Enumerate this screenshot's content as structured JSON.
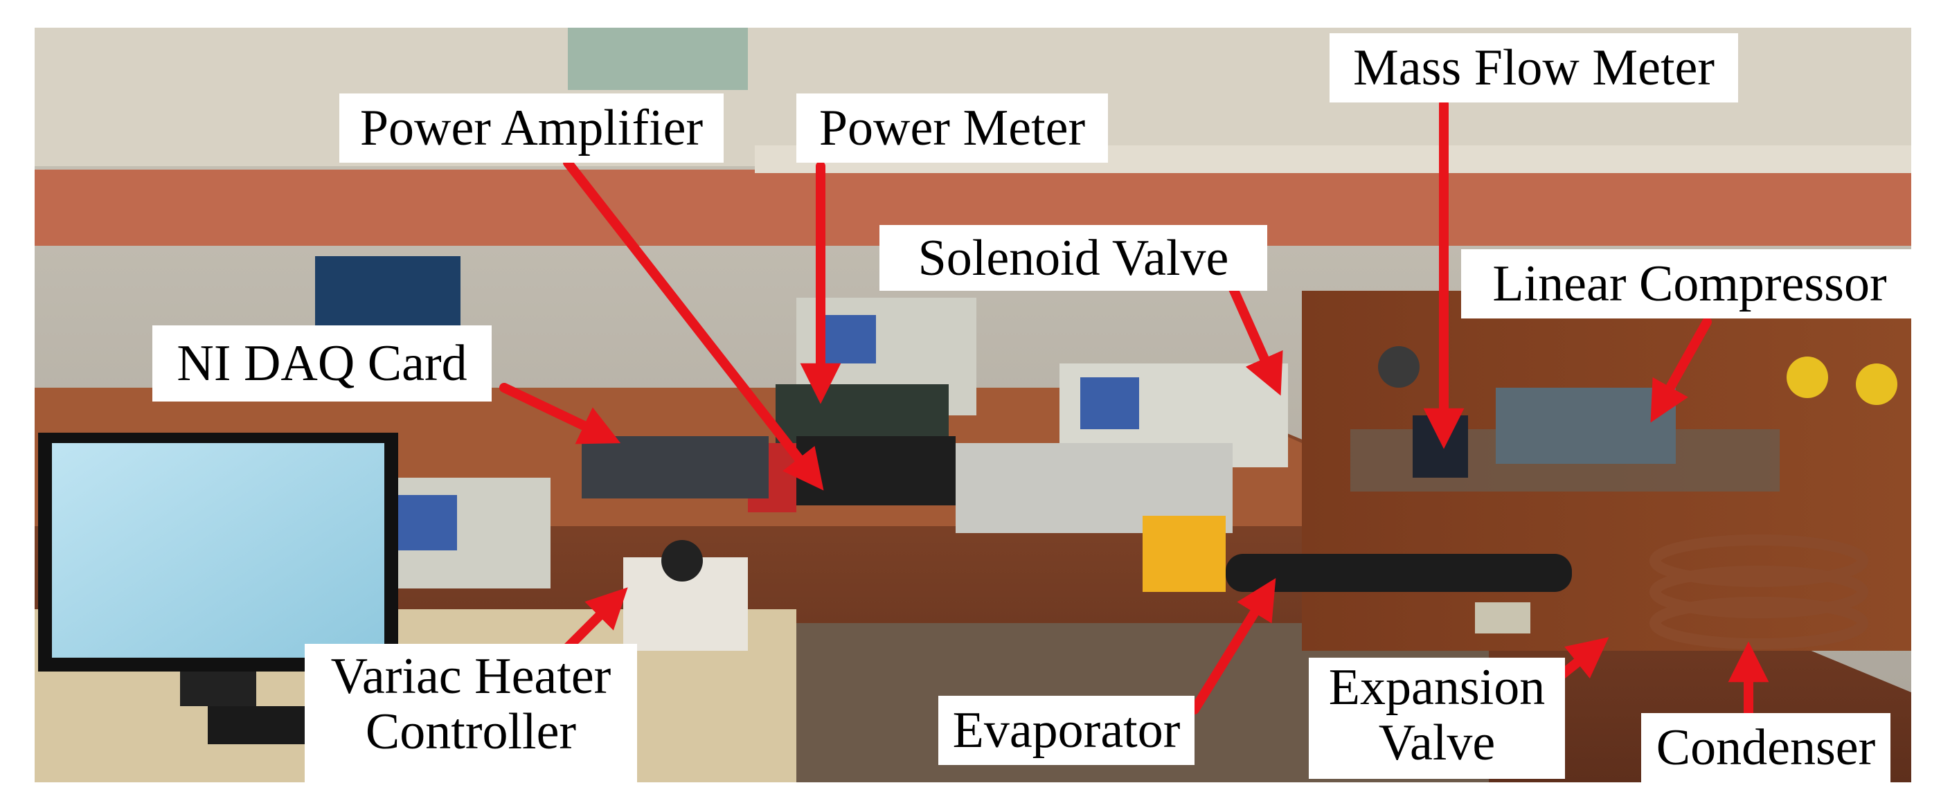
{
  "photo": {
    "subject": "laboratory test bench for a linear compressor refrigeration system"
  },
  "labels": {
    "power_amplifier": "Power Amplifier",
    "power_meter": "Power Meter",
    "mass_flow_meter": "Mass Flow Meter",
    "solenoid_valve": "Solenoid Valve",
    "linear_compressor": "Linear Compressor",
    "ni_daq_card": "NI DAQ Card",
    "variac_line1": "Variac Heater",
    "variac_line2": "Controller",
    "evaporator": "Evaporator",
    "expansion_line1": "Expansion",
    "expansion_line2": "Valve",
    "condenser": "Condenser"
  },
  "colors": {
    "arrow": "#e8141b",
    "label_bg": "#ffffff",
    "label_text": "#000000"
  }
}
